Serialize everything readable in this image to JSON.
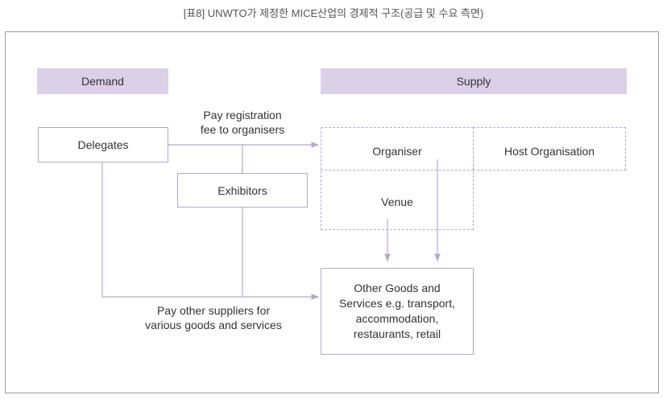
{
  "caption": "[표8] UNWTO가 제정한 MICE산업의 경제적 구조(공급 및 수요 측면)",
  "headers": {
    "demand": "Demand",
    "supply": "Supply"
  },
  "nodes": {
    "delegates": "Delegates",
    "exhibitors": "Exhibitors",
    "organiser": "Organiser",
    "host_organisation": "Host Organisation",
    "venue": "Venue",
    "other_goods": "Other Goods and\nServices e.g. transport,\naccommodation,\nrestaurants, retail"
  },
  "edge_labels": {
    "registration": "Pay registration\nfee to organisers",
    "other_suppliers": "Pay other suppliers for\nvarious goods and services"
  },
  "colors": {
    "header_fill": "#dccfe8",
    "line": "#b9a6d0",
    "frame": "#9a9a9a"
  }
}
